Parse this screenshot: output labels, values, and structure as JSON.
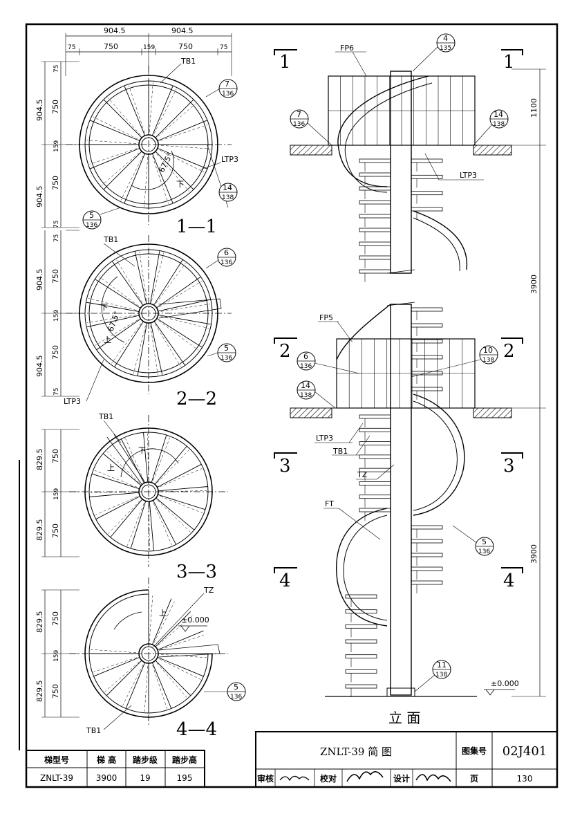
{
  "dims": {
    "d904": "904.5",
    "d750": "750",
    "d159": "159",
    "d75": "75",
    "d8295": "829.5",
    "d1100": "1100",
    "d3900": "3900",
    "angle": "67.5°"
  },
  "labels": {
    "tb1": "TB1",
    "ltp3": "LTP3",
    "fp6": "FP6",
    "fp5": "FP5",
    "tz": "TZ",
    "ft": "FT",
    "up": "上",
    "down": "下",
    "zero": "±0.000",
    "elevation": "立  面"
  },
  "sections": {
    "s1": "1—1",
    "s2": "2—2",
    "s3": "3—3",
    "s4": "4—4",
    "m1": "1",
    "m2": "2",
    "m3": "3",
    "m4": "4"
  },
  "callouts": {
    "n4": "4",
    "p135": "135",
    "n7": "7",
    "n5": "5",
    "n6": "6",
    "p136": "136",
    "n14": "14",
    "n10": "10",
    "n11": "11",
    "p138": "138"
  },
  "spec_table": {
    "headers": [
      "梯型号",
      "梯  高",
      "踏步级",
      "踏步高"
    ],
    "row": [
      "ZNLT-39",
      "3900",
      "19",
      "195"
    ]
  },
  "title_block": {
    "title": "ZNLT-39  简  图",
    "atlas_label": "图集号",
    "atlas_no": "02J401",
    "review": "审核",
    "check": "校对",
    "design": "设计",
    "page_label": "页",
    "page_no": "130"
  }
}
